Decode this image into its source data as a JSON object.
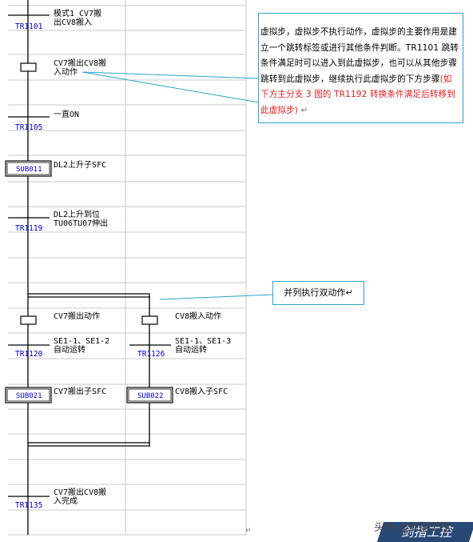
{
  "steps": {
    "tr1101": {
      "label": "TR1101",
      "comment": [
        "模式1 CV7搬",
        "出CV8搬入"
      ]
    },
    "virtual_step": {
      "comment": [
        "CV7搬出CV8搬",
        "入动作"
      ]
    },
    "tr1105": {
      "label": "TR1105",
      "comment": [
        "一直ON"
      ]
    },
    "sub011": {
      "label": "SUB011",
      "comment": [
        "DL2上升子SFC"
      ]
    },
    "tr1119": {
      "label": "TR1119",
      "comment": [
        "DL2上升到位",
        "TU06TU07伸出"
      ]
    },
    "left_step": {
      "comment": [
        "CV7搬出动作"
      ]
    },
    "right_step": {
      "comment": [
        "CV8搬入动作"
      ]
    },
    "tr1120": {
      "label": "TR1120",
      "comment": [
        "SE1-1、SE1-2",
        "自动运转"
      ]
    },
    "tr1126": {
      "label": "TR1126",
      "comment": [
        "SE1-1、SE1-3",
        "自动运转"
      ]
    },
    "sub021": {
      "label": "SUB021",
      "comment": [
        "CV7搬出子SFC"
      ]
    },
    "sub022": {
      "label": "SUB022",
      "comment": [
        "CV8搬入子SFC"
      ]
    },
    "tr1135": {
      "label": "TR1135",
      "comment": [
        "CV7搬出CV8搬",
        "入完成"
      ]
    }
  },
  "note1": {
    "text": "虚拟步，虚拟步不执行动作，虚拟步的主要作用是建立一个跳转标签或进行其他条件判断。TR1101 跳转条件满足时可以进入到此虚拟步，也可以从其他步骤跳转到此虚拟步，继续执行此虚拟步的下方步骤",
    "red": "(如下方主分支 3 图的 TR1192 转换条件满足后转移到此虚拟步)",
    "tail": "↵"
  },
  "note2": {
    "text": "并列执行双动作↵"
  },
  "return_mark": "↵",
  "watermark": {
    "text": "头条 @剑指工控",
    "logo": "剑指工控"
  },
  "colors": {
    "line": "#000000",
    "grid": "#c0c0c0",
    "transition_label": "#0000cc",
    "callout_border": "#2aa3c7",
    "red_text": "#e02020"
  }
}
